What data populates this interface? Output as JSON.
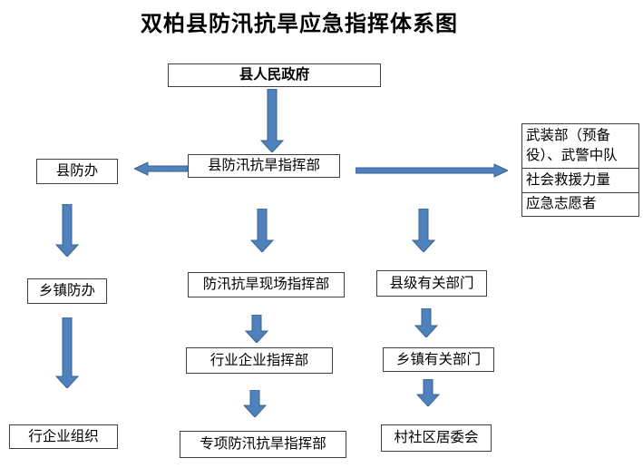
{
  "title": "双柏县防汛抗旱应急指挥体系图",
  "nodes": {
    "county_government": "县人民政府",
    "county_flood_office": "县防办",
    "county_flood_drought_hq": "县防汛抗旱指挥部",
    "armed_forces": "武装部（预备役）、武警中队",
    "social_rescue_forces": "社会救援力量",
    "emergency_volunteers": "应急志愿者",
    "township_flood_office": "乡镇防办",
    "onsite_flood_drought_hq": "防汛抗旱现场指挥部",
    "county_departments": "县级有关部门",
    "industry_enterprise_hq": "行业企业指挥部",
    "township_departments": "乡镇有关部门",
    "enterprise_org": "行企业组织",
    "special_flood_drought_hq": "专项防汛抗旱指挥部",
    "village_committees": "村社区居委会"
  },
  "edges": [
    {
      "from": "county_government",
      "to": "county_flood_drought_hq",
      "direction": "down"
    },
    {
      "from": "county_flood_drought_hq",
      "to": "county_flood_office",
      "direction": "left"
    },
    {
      "from": "county_flood_drought_hq",
      "to": "armed_forces_group",
      "direction": "right"
    },
    {
      "from": "county_flood_drought_hq",
      "to": "onsite_flood_drought_hq",
      "direction": "down"
    },
    {
      "from": "county_flood_drought_hq",
      "to": "county_departments",
      "direction": "down"
    },
    {
      "from": "county_flood_office",
      "to": "township_flood_office",
      "direction": "down"
    },
    {
      "from": "township_flood_office",
      "to": "enterprise_org",
      "direction": "down"
    },
    {
      "from": "onsite_flood_drought_hq",
      "to": "industry_enterprise_hq",
      "direction": "down"
    },
    {
      "from": "industry_enterprise_hq",
      "to": "special_flood_drought_hq",
      "direction": "down"
    },
    {
      "from": "county_departments",
      "to": "township_departments",
      "direction": "down"
    },
    {
      "from": "township_departments",
      "to": "village_committees",
      "direction": "down"
    }
  ],
  "colors": {
    "page_bg": "#ffffff",
    "box_border": "#3f3f3f",
    "text_color": "#000000",
    "arrow_fill": "#4f81bd",
    "arrow_border": "#38618f"
  }
}
